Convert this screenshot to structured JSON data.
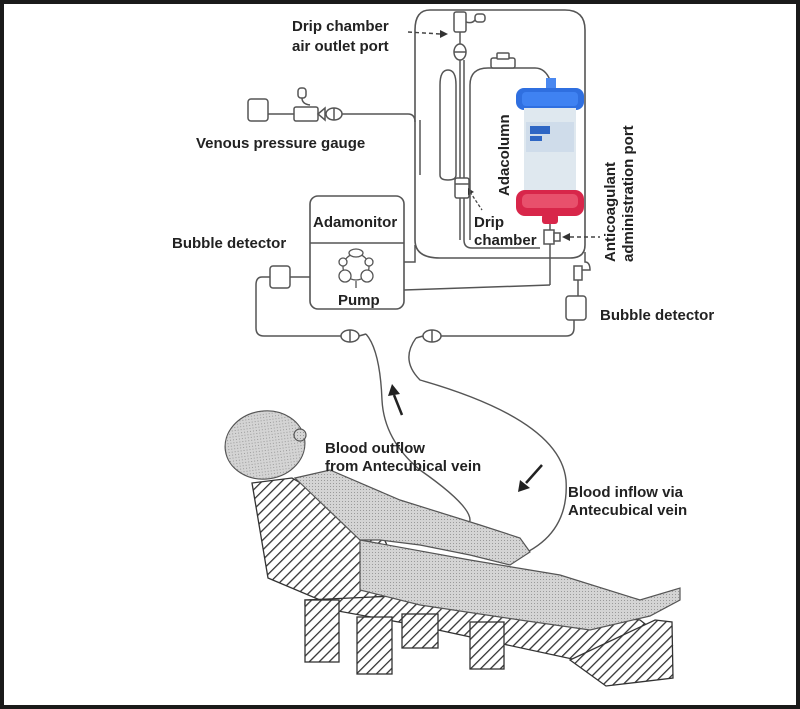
{
  "title": "Adacolumn apheresis extracorporeal circuit",
  "labels": {
    "drip_air_outlet_line1": "Drip chamber",
    "drip_air_outlet_line2": "air outlet port",
    "venous_pressure_gauge": "Venous pressure gauge",
    "adacolumn": "Adacolumn",
    "drip_chamber_line1": "Drip",
    "drip_chamber_line2": "chamber",
    "anticoagulant_line1": "Anticoagulant",
    "anticoagulant_line2": "administration port",
    "adamonitor": "Adamonitor",
    "pump": "Pump",
    "bubble_detector_left": "Bubble detector",
    "bubble_detector_right": "Bubble detector",
    "outflow_line1": "Blood outflow",
    "outflow_line2": "from Antecubical vein",
    "inflow_line1": "Blood inflow via",
    "inflow_line2": "Antecubical vein"
  },
  "colors": {
    "frame": "#1a1a1a",
    "line": "#555555",
    "column_cap": "#2f6fe0",
    "column_base": "#d8264a",
    "column_body": "#dfe8ef",
    "patient_fill": "#c8c8c8",
    "chair_hatch": "#333333"
  }
}
